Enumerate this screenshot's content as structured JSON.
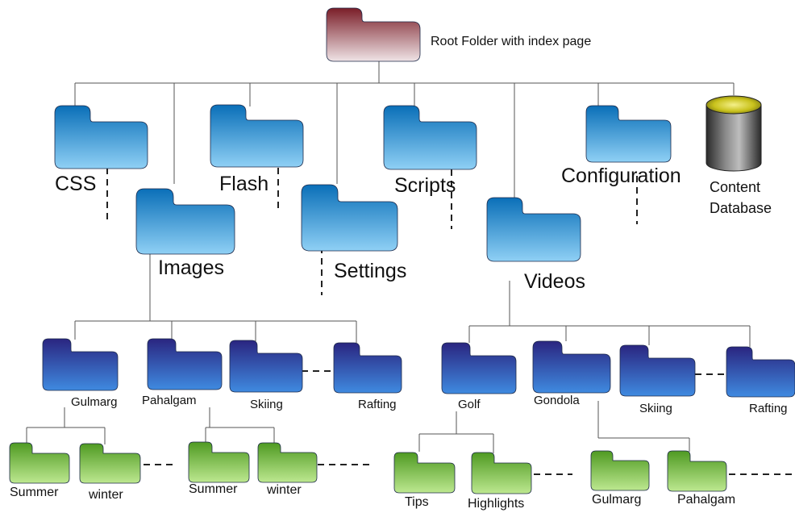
{
  "root": {
    "label": "Root Folder with index page"
  },
  "level1": {
    "css": "CSS",
    "flash": "Flash",
    "images": "Images",
    "settings": "Settings",
    "scripts": "Scripts",
    "videos": "Videos",
    "configuration": "Configuration",
    "database_line1": "Content",
    "database_line2": "Database"
  },
  "images_children": {
    "gulmarg": "Gulmarg",
    "pahalgam": "Pahalgam",
    "skiing": "Skiing",
    "rafting": "Rafting"
  },
  "images_grandchildren": {
    "gulmarg_summer": "Summer",
    "gulmarg_winter": "winter",
    "pahalgam_summer": "Summer",
    "pahalgam_winter": "winter"
  },
  "videos_children": {
    "golf": "Golf",
    "gondola": "Gondola",
    "skiing": "Skiing",
    "rafting": "Rafting"
  },
  "videos_grandchildren": {
    "golf_tips": "Tips",
    "golf_highlights": "Highlights",
    "gondola_gulmarg": "Gulmarg",
    "gondola_pahalgam": "Pahalgam"
  },
  "colors": {
    "root_folder_top": "#7a1e28",
    "root_folder_bottom": "#efe4e6",
    "level1_folder_top": "#0a6fb8",
    "level1_folder_bottom": "#8fd0f5",
    "level2_folder_top": "#2a2580",
    "level2_folder_bottom": "#3f8ae0",
    "level3_folder_top": "#4f9a22",
    "level3_folder_bottom": "#bde890",
    "connector": "#555555"
  }
}
